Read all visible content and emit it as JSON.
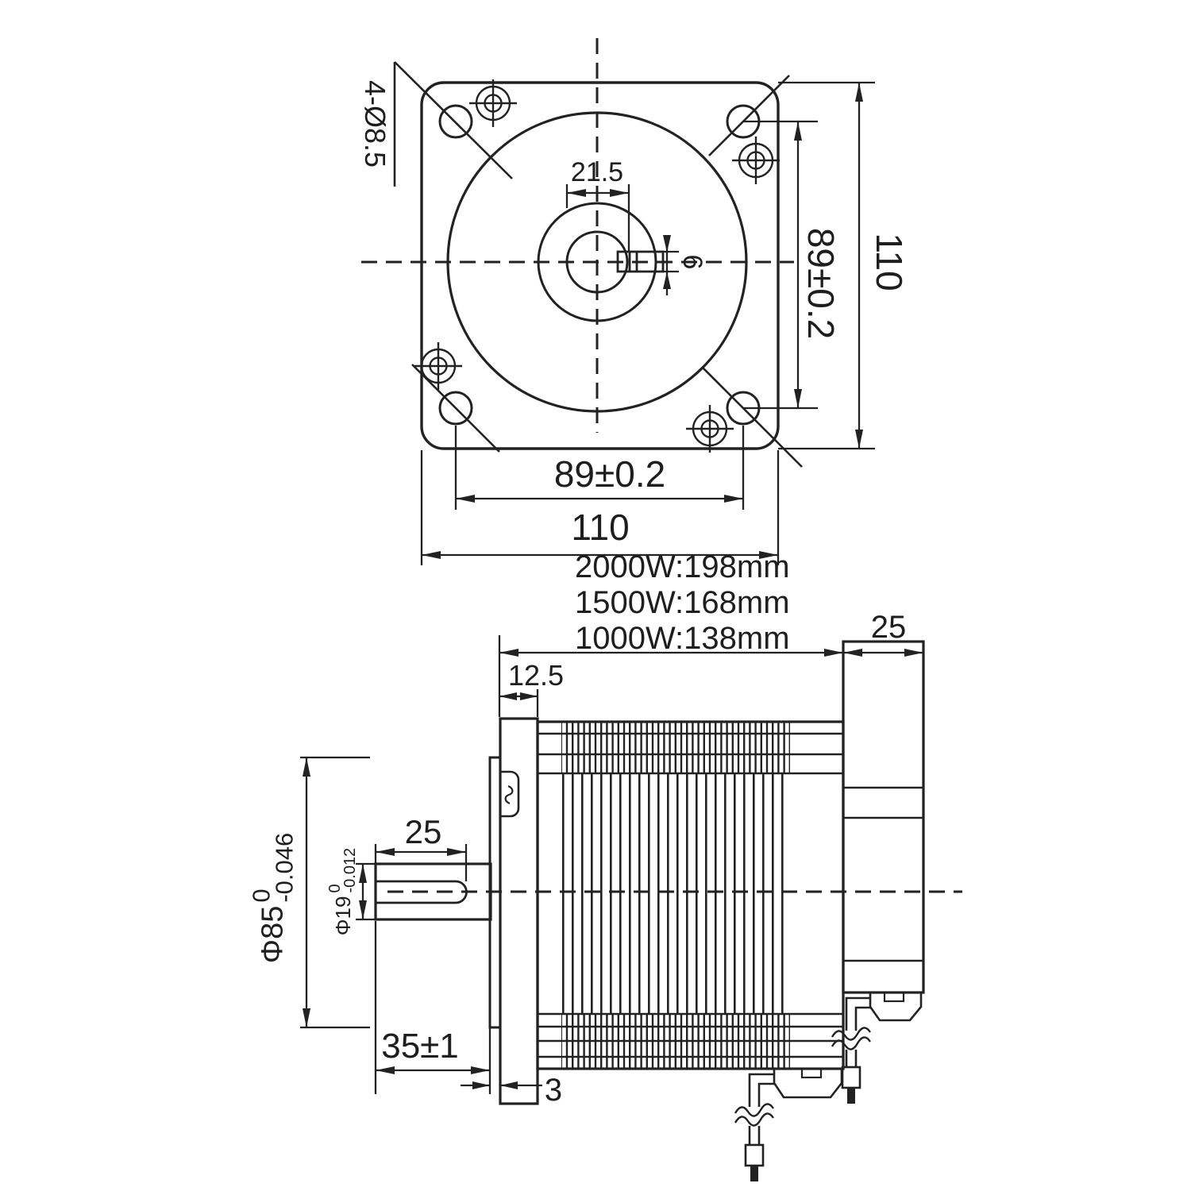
{
  "front_view": {
    "mounting_holes_note": "4-Ø8.5",
    "key_across_flats": "21.5",
    "key_width": "6",
    "hole_spacing_vertical": "89±0.2",
    "frame_height": "110",
    "hole_spacing_horizontal": "89±0.2",
    "frame_width": "110"
  },
  "length_options": [
    "2000W:198mm",
    "1500W:168mm",
    "1000W:138mm"
  ],
  "side_view": {
    "flange_offset": "12.5",
    "rear_cap_length": "25",
    "key_length": "25",
    "shaft_diameter": {
      "main": "Φ19",
      "upper": "0",
      "lower": "-0.012"
    },
    "pilot_diameter": {
      "main": "Φ85",
      "upper": "0",
      "lower": "-0.046"
    },
    "shaft_length": "35±1",
    "pilot_step": "3"
  }
}
